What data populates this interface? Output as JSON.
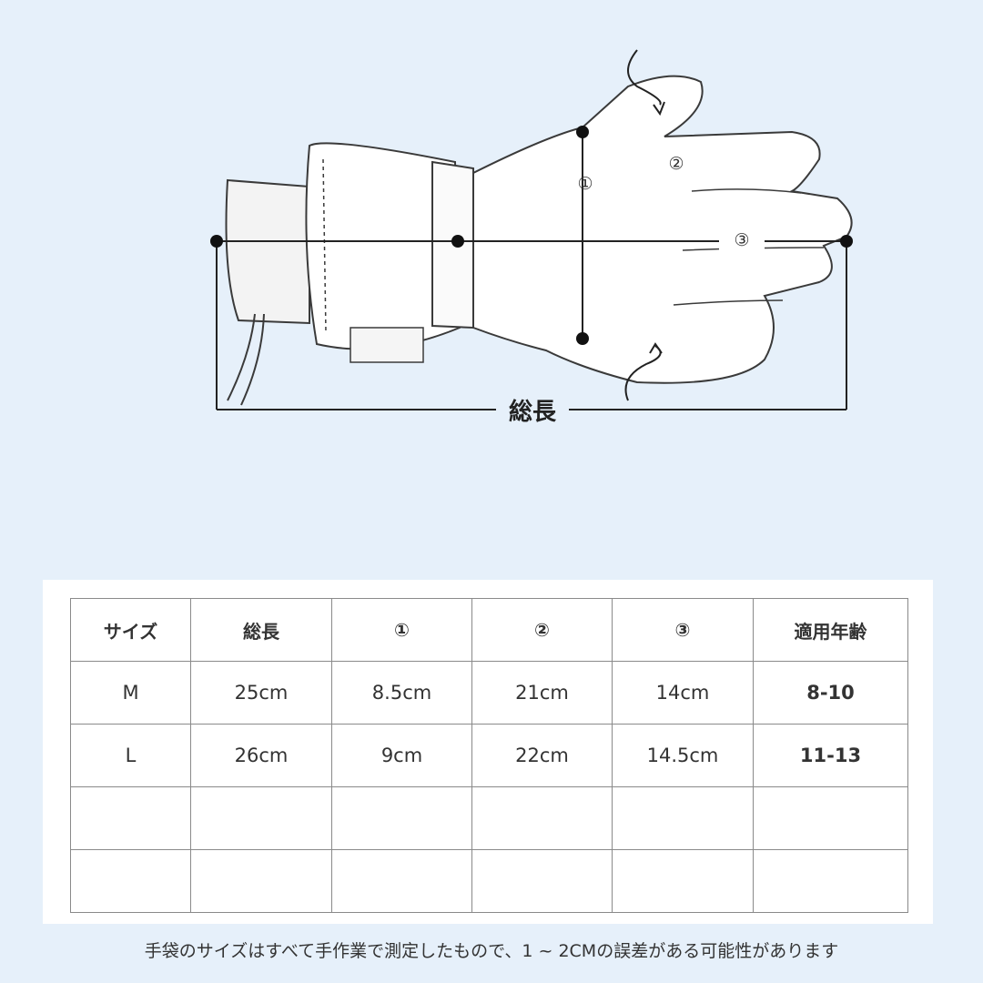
{
  "diagram": {
    "total_length_label": "総長",
    "marker_1": "①",
    "marker_2": "②",
    "marker_3": "③"
  },
  "table": {
    "headers": [
      "サイズ",
      "総長",
      "①",
      "②",
      "③",
      "適用年齢"
    ],
    "rows": [
      [
        "M",
        "25cm",
        "8.5cm",
        "21cm",
        "14cm",
        "8-10"
      ],
      [
        "L",
        "26cm",
        "9cm",
        "22cm",
        "14.5cm",
        "11-13"
      ],
      [
        "",
        "",
        "",
        "",
        "",
        ""
      ],
      [
        "",
        "",
        "",
        "",
        "",
        ""
      ]
    ]
  },
  "footnote": "手袋のサイズはすべて手作業で測定したもので、1 ~ 2CMの誤差がある可能性があります"
}
